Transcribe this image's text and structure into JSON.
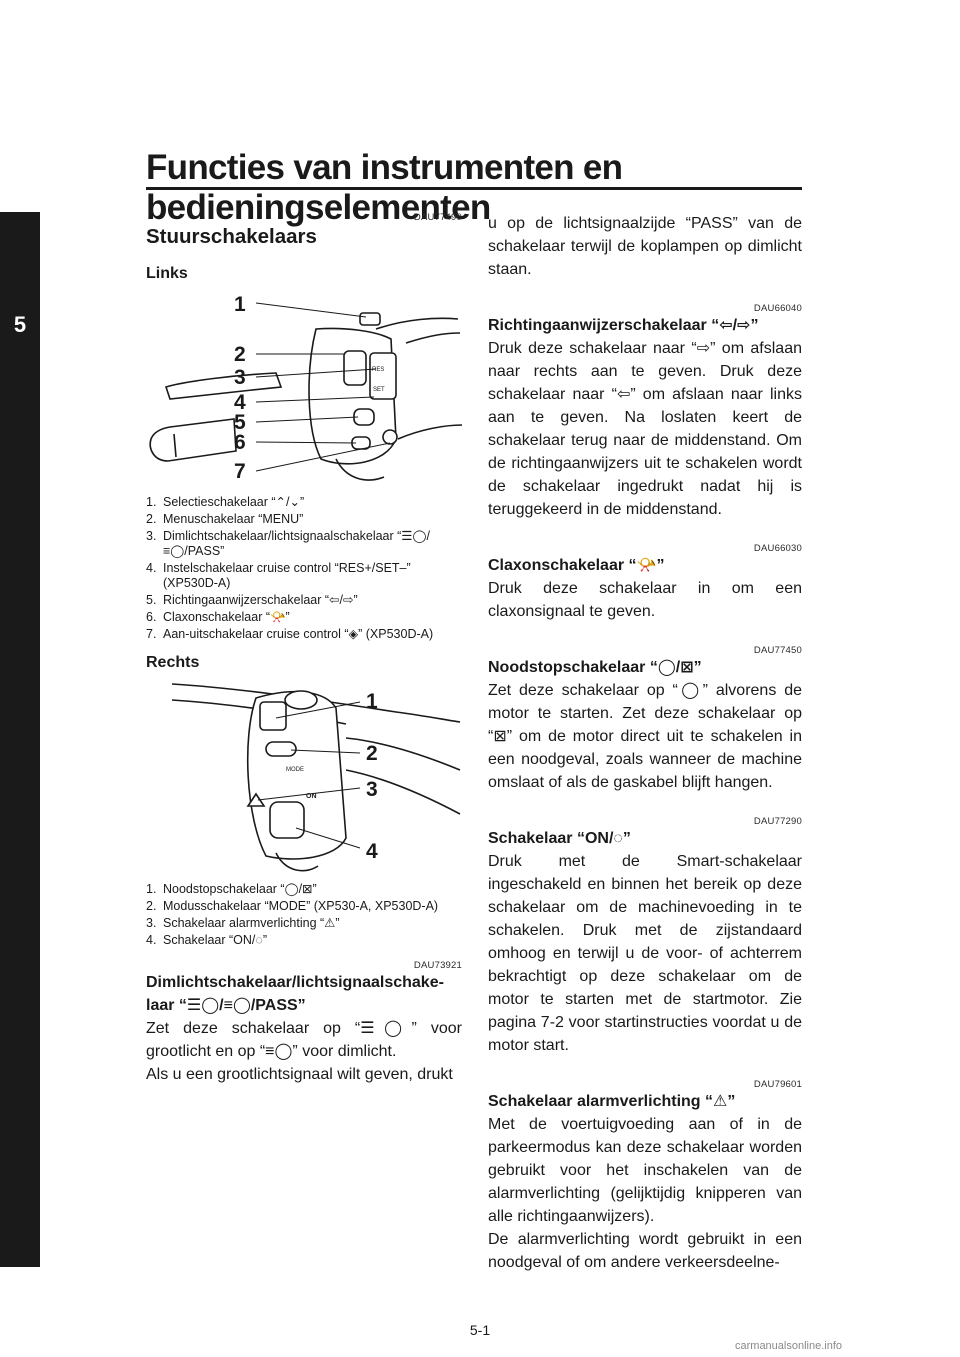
{
  "header": {
    "title": "Functies van instrumenten en bedieningselementen"
  },
  "chapter_tab": "5",
  "footer": {
    "page_number": "5-1",
    "watermark": "carmanualsonline.info"
  },
  "left": {
    "code": "DAU77490",
    "section_title": "Stuurschakelaars",
    "links_heading": "Links",
    "callouts_links": [
      "1",
      "2",
      "3",
      "4",
      "5",
      "6",
      "7"
    ],
    "legend_links": [
      "Selectieschakelaar “⌃/⌄”",
      "Menuschakelaar “MENU”",
      "Dimlichtschakelaar/lichtsignaalschakelaar “☰◯/≡◯/PASS”",
      "Instelschakelaar cruise control “RES+/SET–” (XP530D-A)",
      "Richtingaanwijzerschakelaar “⇦/⇨”",
      "Claxonschakelaar “📯”",
      "Aan-uitschakelaar cruise control “◈” (XP530D-A)"
    ],
    "rechts_heading": "Rechts",
    "callouts_rechts": [
      "1",
      "2",
      "3",
      "4"
    ],
    "legend_rechts": [
      "Noodstopschakelaar “◯/⊠”",
      "Modusschakelaar “MODE” (XP530-A, XP530D-A)",
      "Schakelaar alarmverlichting “⚠”",
      "Schakelaar “ON/◌”"
    ],
    "dimlicht": {
      "code": "DAU73921",
      "title": "Dimlichtschakelaar/lichtsignaalschake-laar “☰◯/≡◯/PASS”",
      "p1": "Zet deze schakelaar op “☰◯” voor grootlicht en op “≡◯” voor dimlicht.",
      "p2": "Als u een grootlichtsignaal wilt geven, drukt"
    }
  },
  "right": {
    "dimlicht_cont": "u op de lichtsignaalzijde “PASS” van de schakelaar terwijl de koplampen op dimlicht staan.",
    "richting": {
      "code": "DAU66040",
      "title": "Richtingaanwijzerschakelaar “⇦/⇨”",
      "body": "Druk deze schakelaar naar “⇨” om afslaan naar rechts aan te geven. Druk deze schakelaar naar “⇦” om afslaan naar links aan te geven. Na loslaten keert de schakelaar terug naar de middenstand. Om de richtingaanwijzers uit te schakelen wordt de schakelaar ingedrukt nadat hij is teruggekeerd in de middenstand."
    },
    "claxon": {
      "code": "DAU66030",
      "title": "Claxonschakelaar “📯”",
      "body": "Druk deze schakelaar in om een claxonsignaal te geven."
    },
    "noodstop": {
      "code": "DAU77450",
      "title": "Noodstopschakelaar “◯/⊠”",
      "body": "Zet deze schakelaar op “◯” alvorens de motor te starten. Zet deze schakelaar op “⊠” om de motor direct uit te schakelen in een noodgeval, zoals wanneer de machine omslaat of als de gaskabel blijft hangen."
    },
    "onswitch": {
      "code": "DAU77290",
      "title": "Schakelaar “ON/◌”",
      "body": "Druk met de Smart-schakelaar ingeschakeld en binnen het bereik op deze schakelaar om de machinevoeding in te schakelen. Druk met de zijstandaard omhoog en terwijl u de voor- of achterrem bekrachtigt op deze schakelaar om de motor te starten met de startmotor. Zie pagina 7-2 voor startinstructies voordat u de motor start."
    },
    "alarm": {
      "code": "DAU79601",
      "title": "Schakelaar alarmverlichting “⚠”",
      "p1": "Met de voertuigvoeding aan of in de parkeermodus kan deze schakelaar worden gebruikt voor het inschakelen van de alarmverlichting (gelijktijdig knipperen van alle richtingaanwijzers).",
      "p2": "De alarmverlichting wordt gebruikt in een noodgeval of om andere verkeersdeelne-"
    }
  },
  "figure_labels": {
    "res": "RES",
    "set": "SET",
    "mode": "MODE",
    "on": "ON"
  },
  "colors": {
    "text": "#1a1a1a",
    "tab": "#1a1a1a",
    "watermark": "#8a8a8a"
  }
}
